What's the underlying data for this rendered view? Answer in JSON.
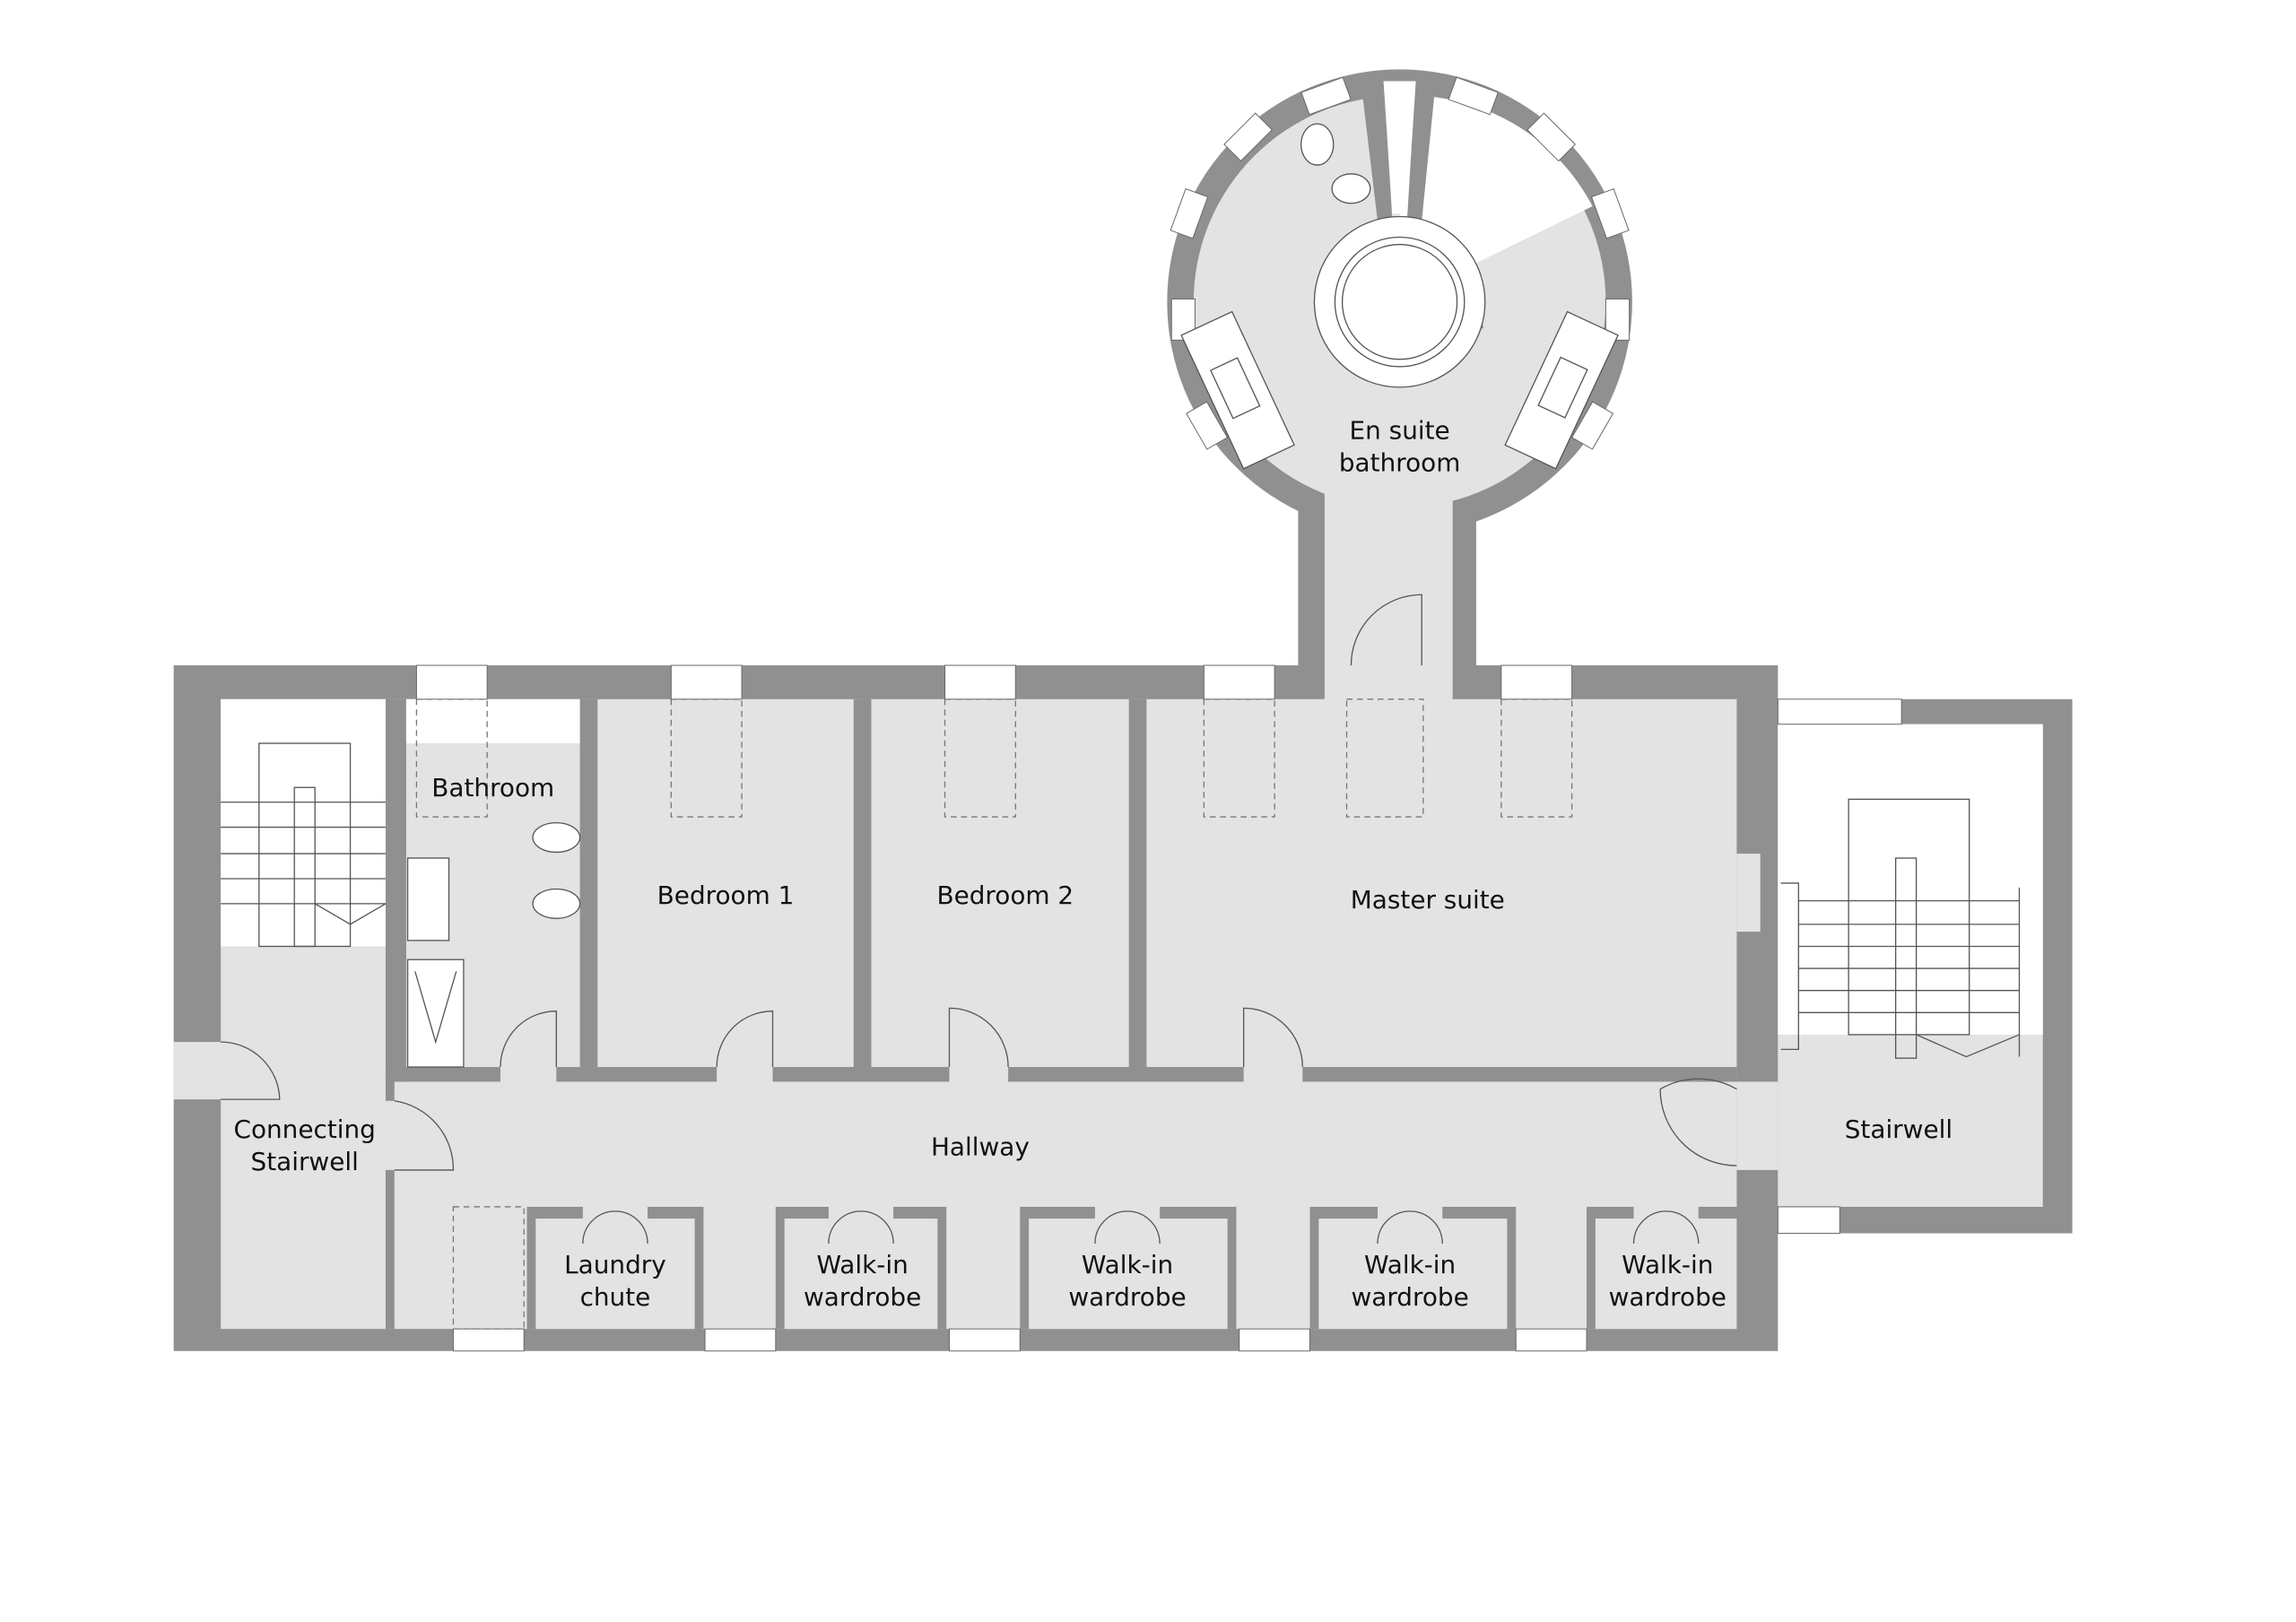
{
  "title": "Upper floor plan",
  "colors": {
    "wall": "#909090",
    "floor": "#e3e3e3",
    "text": "#111111"
  },
  "rooms": {
    "ensuite": [
      "En suite",
      "bathroom"
    ],
    "bathroom": "Bathroom",
    "bedroom1": "Bedroom 1",
    "bedroom2": "Bedroom 2",
    "master": "Master suite",
    "connecting": [
      "Connecting",
      "Stairwell"
    ],
    "hallway": "Hallway",
    "stairwell": "Stairwell",
    "laundry": [
      "Laundry",
      "chute"
    ],
    "wardrobes": [
      [
        "Walk-in",
        "wardrobe"
      ],
      [
        "Walk-in",
        "wardrobe"
      ],
      [
        "Walk-in",
        "wardrobe"
      ],
      [
        "Walk-in",
        "wardrobe"
      ]
    ]
  }
}
